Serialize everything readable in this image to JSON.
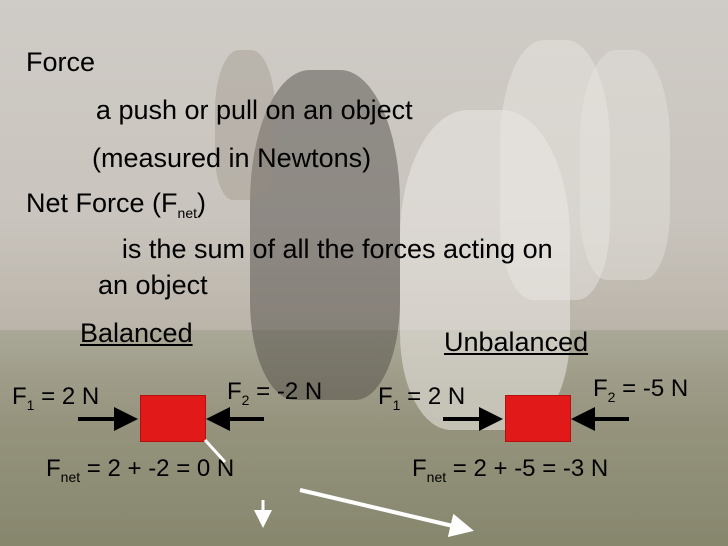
{
  "slide": {
    "force_heading": "Force",
    "force_bullet_mark": "",
    "force_def_line1": "a push or pull on an object",
    "force_def_line2": "(measured in Newtons)",
    "net_heading_main": "Net Force (F",
    "net_heading_sub": "net",
    "net_heading_close": ")",
    "net_bullet_mark": "",
    "net_def_line1": "is the sum of all the forces acting on",
    "net_def_line2": "an object"
  },
  "balanced": {
    "label": "Balanced",
    "f1_main": "F",
    "f1_sub": "1",
    "f1_value": " = 2 N",
    "f2_main": "F",
    "f2_sub": "2",
    "f2_value": " = -2 N",
    "fnet_main": "F",
    "fnet_sub": "net",
    "fnet_value": " = 2 + -2 = 0 N"
  },
  "unbalanced": {
    "label": "Unbalanced",
    "f1_main": "F",
    "f1_sub": "1",
    "f1_value": " = 2 N",
    "f2_main": "F",
    "f2_sub": "2",
    "f2_value": " = -5 N",
    "fnet_main": "F",
    "fnet_sub": "net",
    "fnet_value": " = 2 + -5 = -3 N"
  },
  "colors": {
    "box": "#e11919",
    "arrow": "#000000",
    "photo_arrow": "#ffffff"
  }
}
